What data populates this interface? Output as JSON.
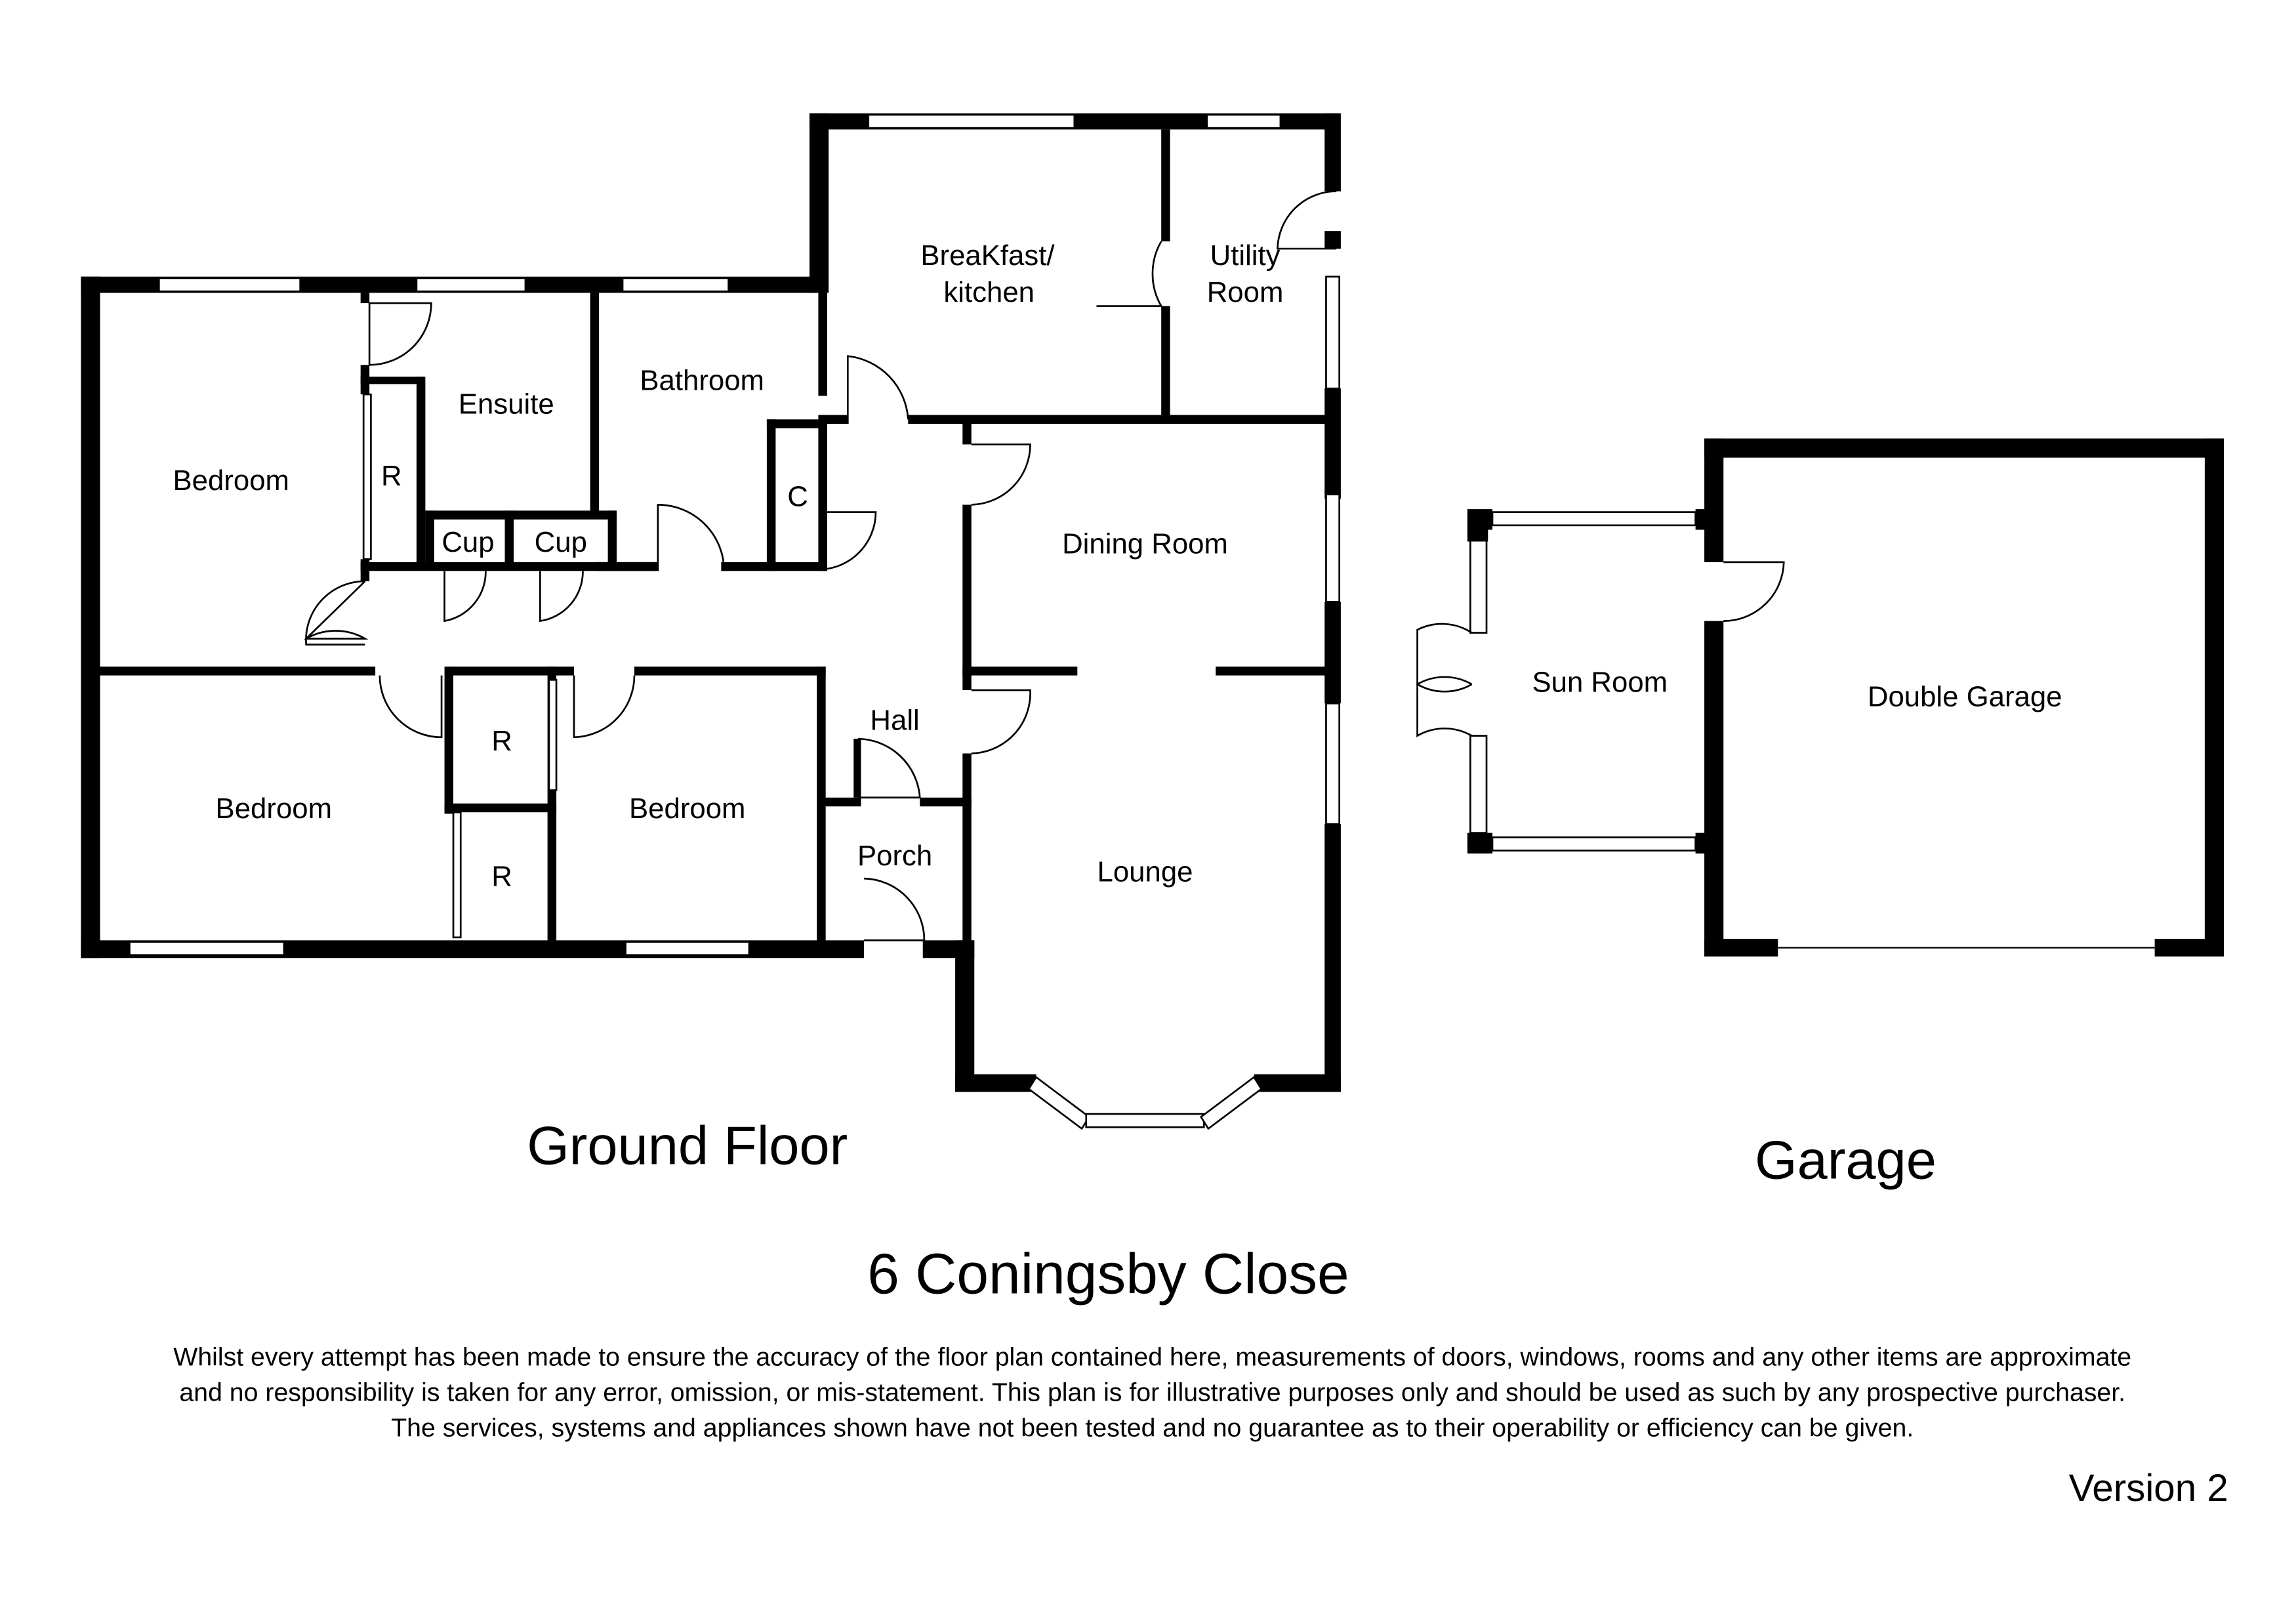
{
  "floor_labels": {
    "ground_floor": "Ground Floor",
    "garage": "Garage"
  },
  "rooms": {
    "bedroom_1": "Bedroom",
    "bedroom_2": "Bedroom",
    "bedroom_3": "Bedroom",
    "ensuite": "Ensuite",
    "bathroom": "Bathroom",
    "breakfast_kitchen_line1": "BreaKfast/",
    "breakfast_kitchen_line2": "kitchen",
    "utility_line1": "Utility",
    "utility_line2": "Room",
    "dining_room": "Dining Room",
    "hall": "Hall",
    "porch": "Porch",
    "lounge": "Lounge",
    "sun_room": "Sun Room",
    "double_garage": "Double Garage",
    "cupboard_1": "Cup",
    "cupboard_2": "Cup",
    "cupboard_c": "C",
    "wardrobe_1": "R",
    "wardrobe_2": "R",
    "wardrobe_3": "R"
  },
  "address": "6 Coningsby Close",
  "disclaimer": [
    "Whilst every attempt has been made to ensure the accuracy of the floor plan contained here, measurements of doors, windows, rooms and any other items are approximate",
    "and no responsibility is taken for any error, omission, or mis-statement. This plan is for illustrative purposes only and should be used as such by any prospective purchaser.",
    "The services, systems and appliances shown have not been tested and no guarantee as to their operability or efficiency can be given."
  ],
  "version": "Version 2"
}
